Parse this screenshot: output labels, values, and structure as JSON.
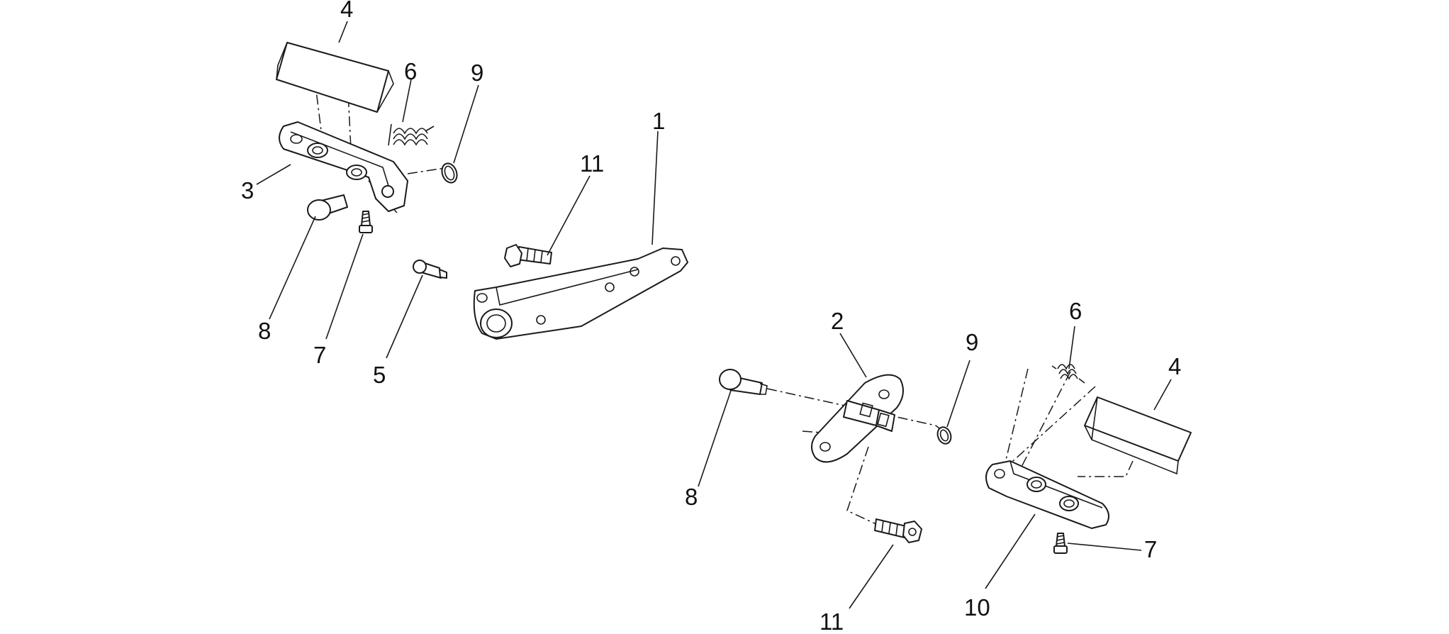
{
  "callouts": {
    "left_4": "4",
    "left_6": "6",
    "left_9": "9",
    "left_3": "3",
    "left_1": "1",
    "left_11": "11",
    "left_8": "8",
    "left_7": "7",
    "left_5": "5",
    "right_2": "2",
    "right_9": "9",
    "right_6": "6",
    "right_4": "4",
    "right_8": "8",
    "right_7": "7",
    "right_10": "10",
    "right_11": "11"
  }
}
